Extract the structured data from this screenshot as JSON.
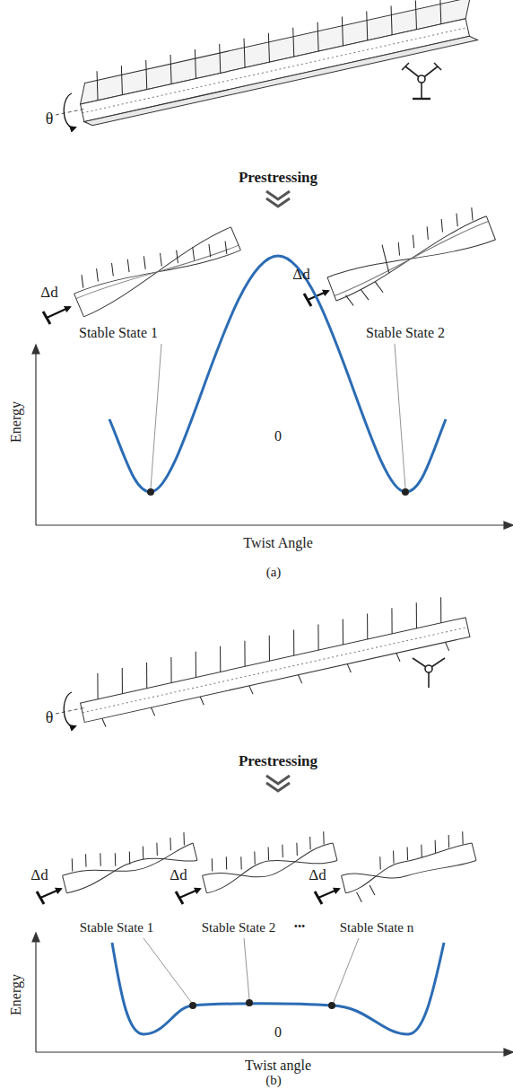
{
  "diagram": {
    "labels": [
      "θ",
      "Prestressing",
      "Δd",
      "Stable State 1",
      "Δd",
      "Stable State 2",
      "Energy",
      "0",
      "Twist Angle",
      "(a)",
      "θ",
      "Prestressing",
      "Δd",
      "Δd",
      "Δd",
      "Stable State 1",
      "Stable State 2",
      "•••",
      "Stable State n",
      "Energy",
      "0",
      "Twist angle",
      "(b)"
    ]
  }
}
